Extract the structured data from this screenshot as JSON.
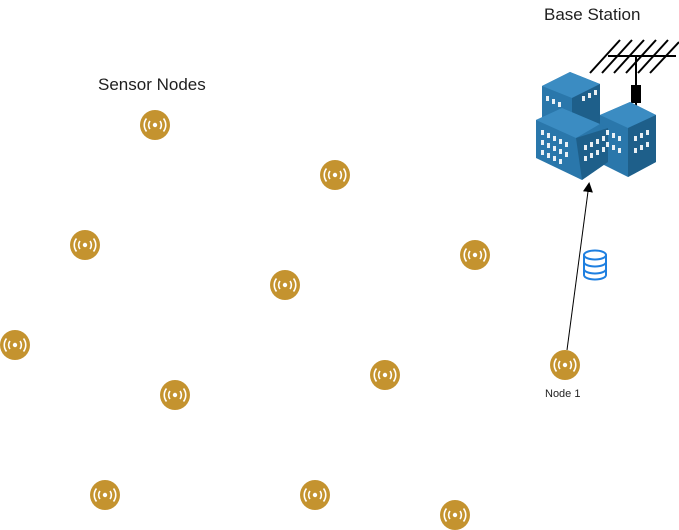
{
  "labels": {
    "base_station": "Base Station",
    "sensor_nodes": "Sensor Nodes",
    "node_1": "Node 1"
  },
  "colors": {
    "sensor": "#c4932f",
    "building_dark": "#1e5f8a",
    "building_light": "#2a77ab",
    "database": "#1e7fe0",
    "arrow": "#000000"
  },
  "icons": {
    "sensor": "wireless-sensor-icon",
    "base_station": "building-antenna-icon",
    "database": "database-icon"
  }
}
